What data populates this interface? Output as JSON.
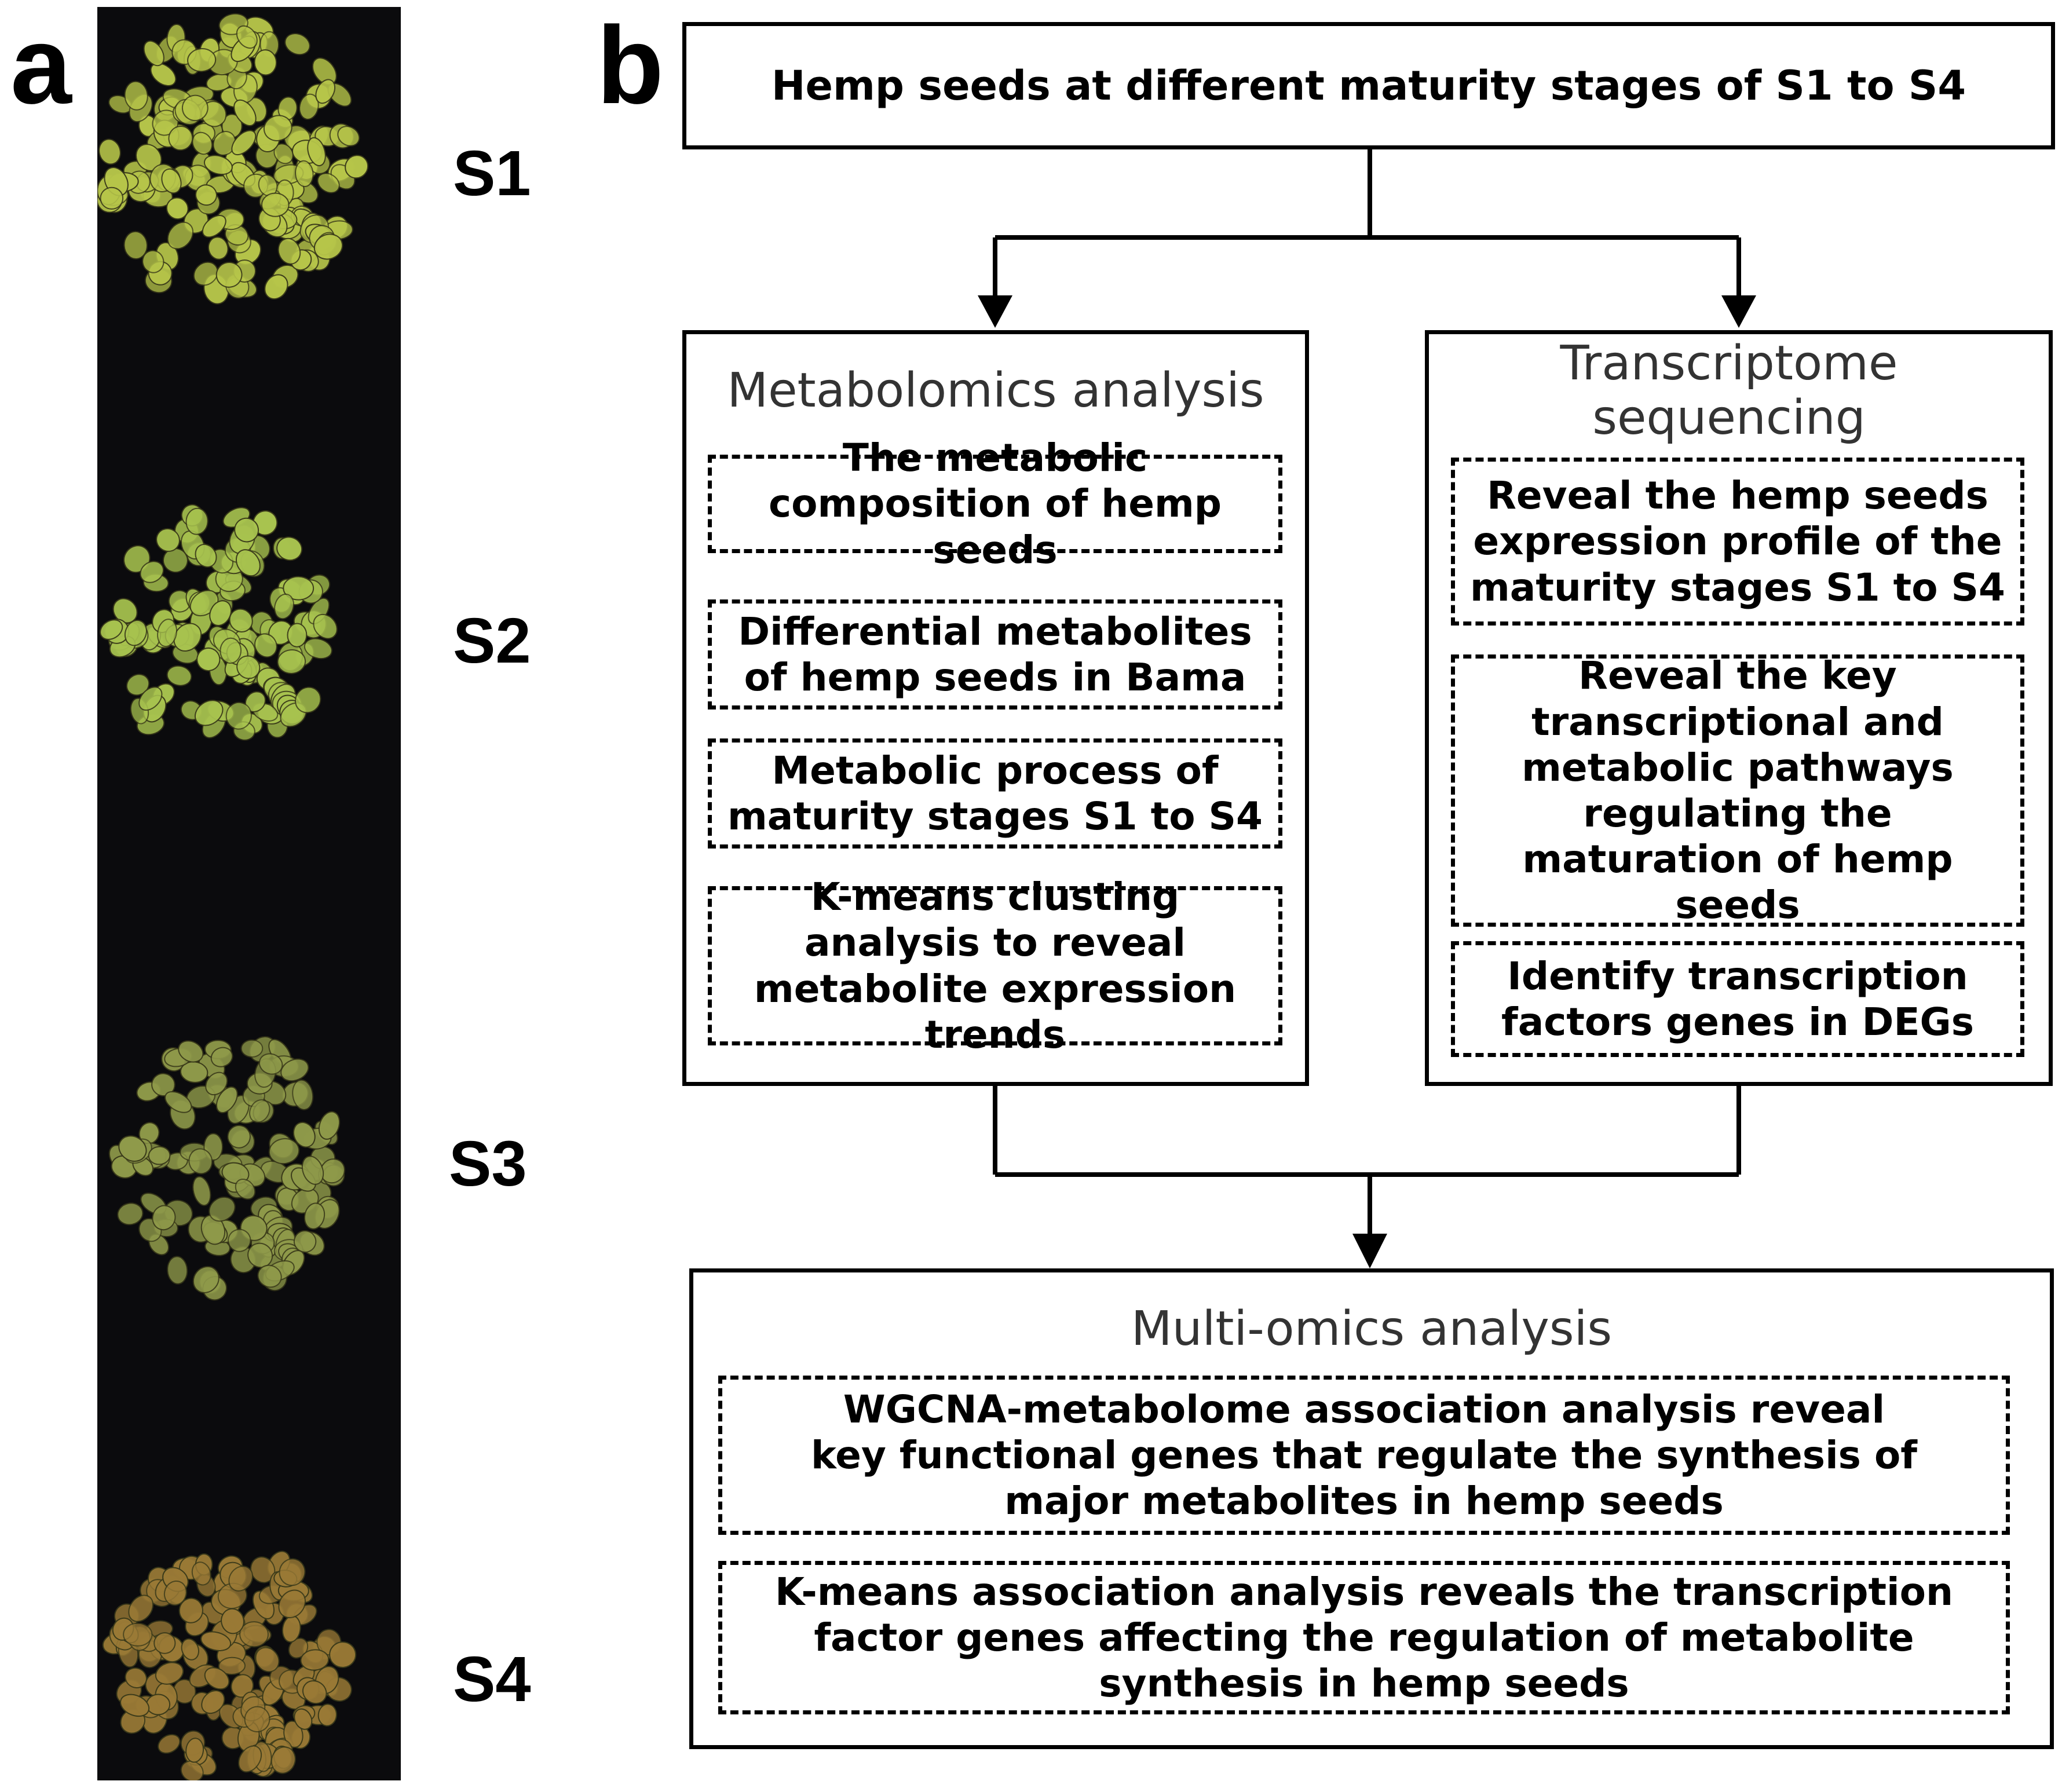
{
  "panel_a": {
    "letter": "a",
    "stages": [
      "S1",
      "S2",
      "S3",
      "S4"
    ]
  },
  "panel_b": {
    "letter": "b",
    "top_box": "Hemp seeds at different  maturity stages of  S1 to S4",
    "metabolomics": {
      "title": "Metabolomics  analysis",
      "items": [
        "The metabolic composition of hemp seeds",
        "Differential metabolites of hemp seeds in Bama",
        "Metabolic process of maturity stages S1 to S4",
        "K-means  clusting analysis to reveal metabolite expression trends"
      ]
    },
    "transcriptome": {
      "title": "Transcriptome sequencing",
      "items": [
        "Reveal the hemp seeds expression profile of the maturity stages S1 to S4",
        "Reveal the key transcriptional and metabolic pathways regulating the maturation of hemp seeds",
        "Identify transcription factors genes in DEGs"
      ]
    },
    "multiomics": {
      "title": "Multi-omics analysis",
      "items": [
        "WGCNA-metabolome  association analysis reveal key functional genes that regulate the synthesis of major metabolites in hemp seeds",
        "K-means association analysis reveals the transcription factor genes affecting the regulation of metabolite synthesis in hemp seeds"
      ]
    }
  },
  "colors": {
    "seed_s1": "#b7c64a",
    "seed_s2": "#a8c34f",
    "seed_s3": "#8f9a4a",
    "seed_s4": "#9a7a36",
    "photo_background": "#0b0b0d"
  }
}
